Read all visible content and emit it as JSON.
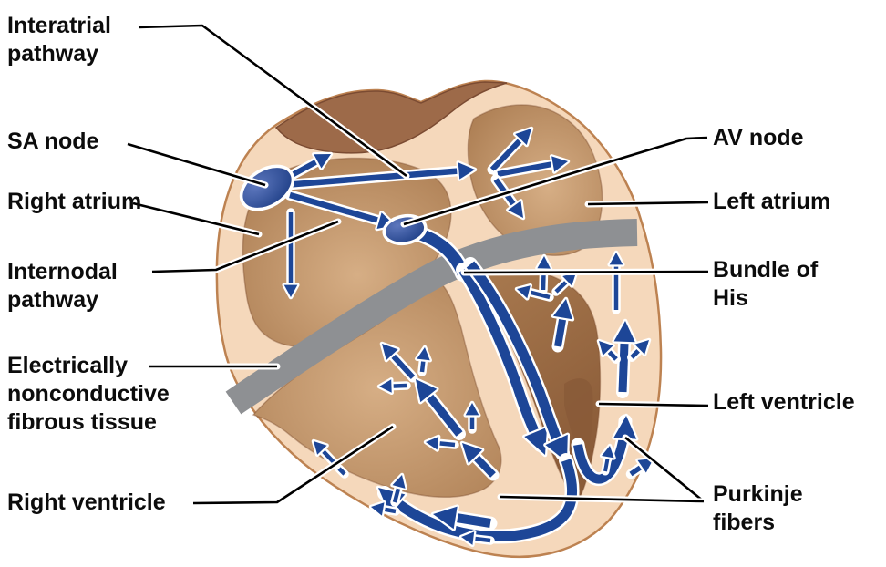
{
  "labels": {
    "interatrial_pathway": "Interatrial pathway",
    "sa_node": "SA node",
    "right_atrium": "Right atrium",
    "internodal_pathway": "Internodal pathway",
    "nonconductive_tissue": "Electrically nonconductive fibrous tissue",
    "right_ventricle": "Right ventricle",
    "av_node": "AV node",
    "left_atrium": "Left atrium",
    "bundle_of_his": "Bundle of His",
    "left_ventricle": "Left ventricle",
    "purkinje_fibers": "Purkinje fibers"
  },
  "colors": {
    "background": "#ffffff",
    "label_text": "#0c0c0c",
    "leader_line": "#000000",
    "conduction_blue": "#1d4697",
    "node_blue_light": "#5d77bd",
    "node_blue_dark": "#16377f",
    "arrow_casing": "#ffffff",
    "fibrous_band_gray": "#8e9093",
    "heart_wall": "#f5d8bb",
    "heart_wall_edge": "#bd8251",
    "chamber_light": "#d6ae85",
    "chamber_dark": "#a97a4f",
    "ventricle_deep": "#8a5b38",
    "crest": "#9d6a49",
    "crest_edge": "#7b4b32"
  }
}
